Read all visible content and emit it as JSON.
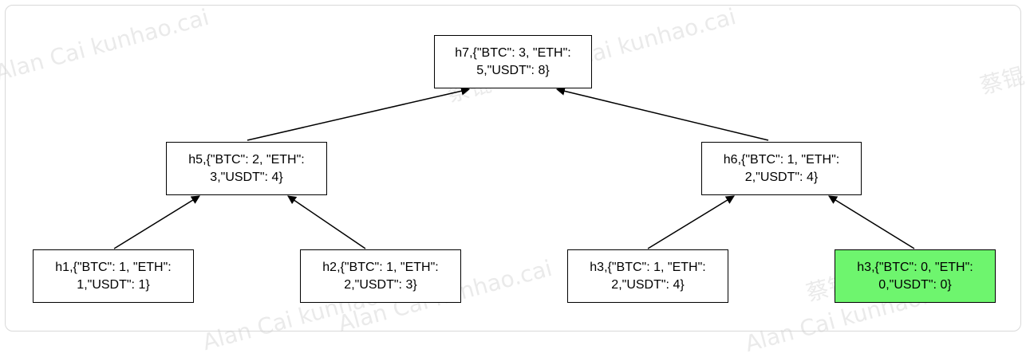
{
  "watermarks": [
    "Alan Cai kunhao.cai",
    "Cai kunhao.cai",
    "蔡锟",
    "Alan Cai kunhao.cai",
    "Alan Cai kunhao.cai",
    "蔡锟",
    "Alan Cai kunhao.cai",
    "蔡锟"
  ],
  "nodes": {
    "h7": {
      "line1": "h7,{\"BTC\": 3, \"ETH\":",
      "line2": "5,\"USDT\": 8}"
    },
    "h5": {
      "line1": "h5,{\"BTC\": 2, \"ETH\":",
      "line2": "3,\"USDT\": 4}"
    },
    "h6": {
      "line1": "h6,{\"BTC\": 1, \"ETH\":",
      "line2": "2,\"USDT\": 4}"
    },
    "h1": {
      "line1": "h1,{\"BTC\": 1, \"ETH\":",
      "line2": "1,\"USDT\": 1}"
    },
    "h2": {
      "line1": "h2,{\"BTC\": 1, \"ETH\":",
      "line2": "2,\"USDT\": 3}"
    },
    "h3a": {
      "line1": "h3,{\"BTC\": 1, \"ETH\":",
      "line2": "2,\"USDT\": 4}"
    },
    "h3b": {
      "line1": "h3,{\"BTC\": 0, \"ETH\":",
      "line2": "0,\"USDT\": 0}"
    }
  },
  "colors": {
    "highlight": "#6ef56e",
    "stroke": "#000000"
  }
}
